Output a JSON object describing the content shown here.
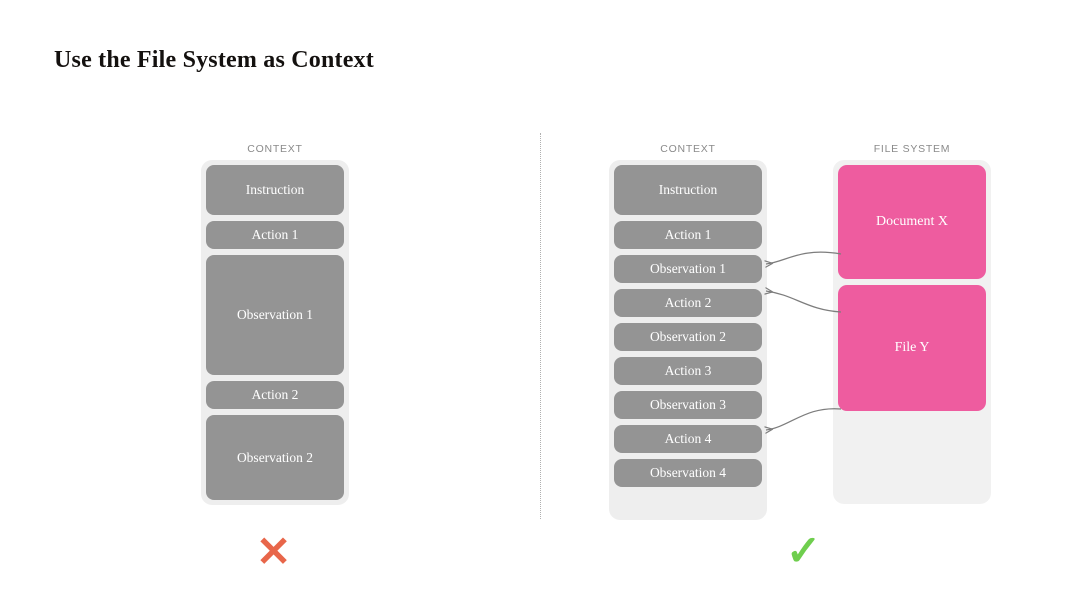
{
  "slide": {
    "title": "Use the File System as Context"
  },
  "colors": {
    "block_gray": "#949494",
    "block_pink": "#ee5c9f",
    "stack_background": "#eeeeee",
    "cross_red": "#e8664a",
    "check_green": "#6fce4e",
    "label_gray": "#8a8a8a",
    "connector_gray": "#7d7d7d",
    "divider_gray": "#b0b0b0"
  },
  "left_panel": {
    "column_label": "CONTEXT",
    "verdict": "✕",
    "verdict_meaning": "cross-mark",
    "blocks": [
      {
        "label": "Instruction",
        "size": "large"
      },
      {
        "label": "Action 1",
        "size": "small"
      },
      {
        "label": "Observation 1",
        "size": "extra-large"
      },
      {
        "label": "Action 2",
        "size": "small"
      },
      {
        "label": "Observation 2",
        "size": "medium"
      }
    ]
  },
  "right_panel": {
    "context_label": "CONTEXT",
    "filesystem_label": "FILE SYSTEM",
    "verdict": "✓",
    "verdict_meaning": "check-mark",
    "context_blocks": [
      {
        "label": "Instruction",
        "size": "large"
      },
      {
        "label": "Action 1",
        "size": "small"
      },
      {
        "label": "Observation 1",
        "size": "small"
      },
      {
        "label": "Action 2",
        "size": "small"
      },
      {
        "label": "Observation 2",
        "size": "small"
      },
      {
        "label": "Action 3",
        "size": "small"
      },
      {
        "label": "Observation 3",
        "size": "small"
      },
      {
        "label": "Action 4",
        "size": "small"
      },
      {
        "label": "Observation 4",
        "size": "small"
      }
    ],
    "filesystem_blocks": [
      {
        "label": "Document X"
      },
      {
        "label": "File Y"
      }
    ],
    "connectors": [
      {
        "from": "Document X",
        "to": "Observation 1",
        "direction": "filesystem-to-context"
      },
      {
        "from": "Action 2",
        "to": "File Y",
        "direction": "context-to-filesystem"
      },
      {
        "from": "File Y",
        "to": "Action 4",
        "direction": "filesystem-to-context"
      }
    ]
  }
}
